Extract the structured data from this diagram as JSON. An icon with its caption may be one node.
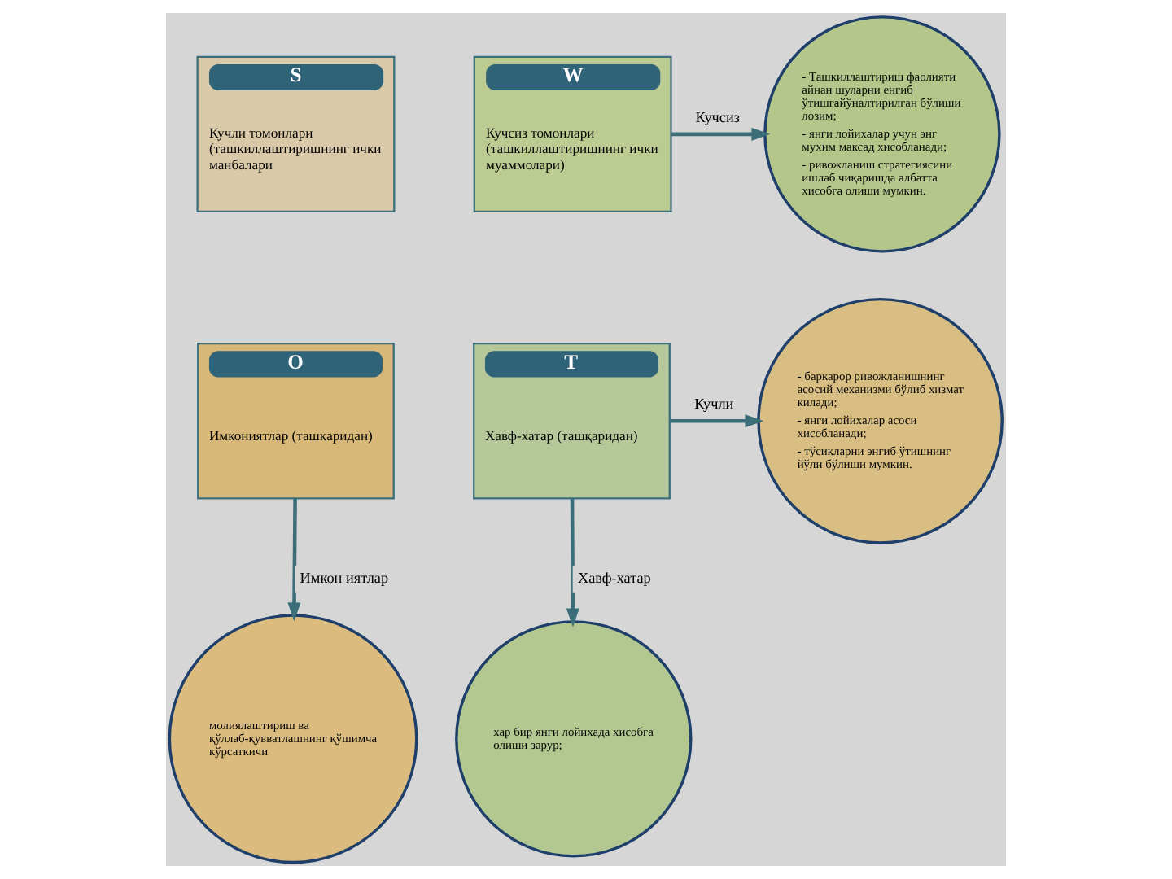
{
  "diagram": {
    "nodes": [
      {
        "text": [
          "S",
          "Кучли томонлари (ташкиллаштиришнинг ички манбалари"
        ]
      },
      {
        "text": [
          "W",
          "Кучсиз томонлари (ташкиллаштиришнинг ички муаммолари)"
        ]
      },
      {
        "text": [
          "O",
          "Имкониятлар (ташқаридан)"
        ]
      },
      {
        "text": [
          "T",
          "Хавф-хатар (ташқаридан)"
        ]
      },
      {
        "text": [
          "- Ташкиллаштириш фаолияти айнан шуларни енгиб ўтишгайўналтирилган бўлиши лозим;",
          "- янги лойихалар учун энг мухим максад хисобланади;",
          "- ривожланиш стратегиясини ишлаб чиқаришда албатта хисобга олиши мумкин."
        ]
      },
      {
        "text": [
          "- баркарор ривожланишнинг асосий механизми бўлиб хизмат килади;",
          "- янги лойихалар асоси хисобланади;",
          "- тўсиқларни энгиб ўтишнинг йўли бўлиши мумкин."
        ]
      },
      {
        "text": [
          "молиялаштириш ва қўллаб-қувватлашнинг қўшимча кўрсаткичи"
        ]
      },
      {
        "text": [
          "хар бир янги лойихада хисобга олиши зарур;"
        ]
      }
    ],
    "edges": [
      {
        "from": 1,
        "to": 4,
        "arrow": "to",
        "label": "Кучсиз"
      },
      {
        "from": 3,
        "to": 5,
        "arrow": "to",
        "label": "Кучли"
      },
      {
        "from": 2,
        "to": 6,
        "arrow": "to",
        "label": "Имкон иятлар"
      },
      {
        "from": 3,
        "to": 7,
        "arrow": "to",
        "label": "Хавф-хатар"
      }
    ]
  }
}
